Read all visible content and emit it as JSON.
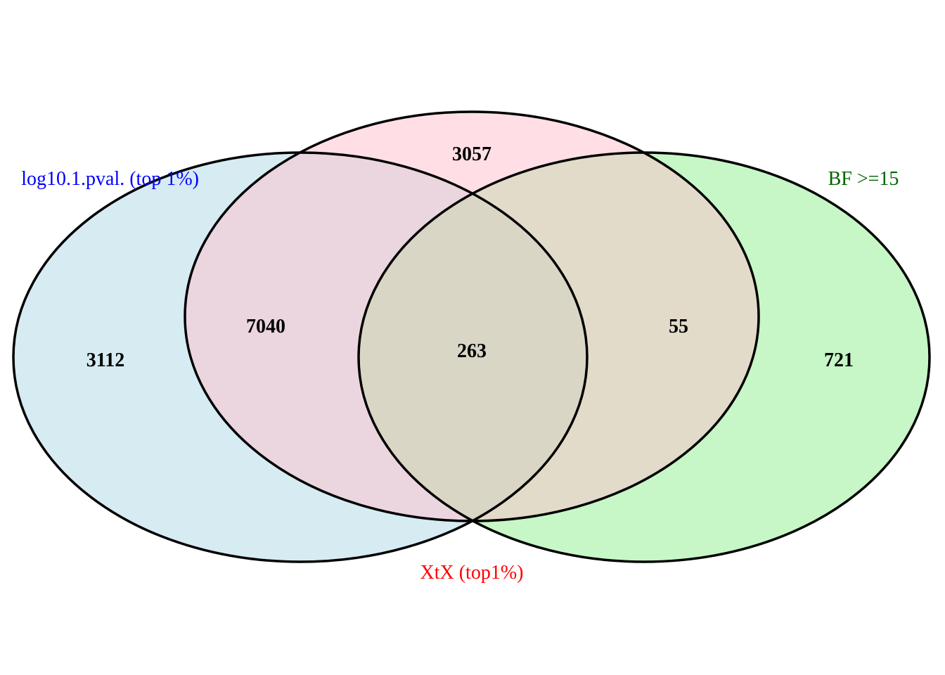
{
  "diagram": {
    "type": "venn-3",
    "sets": [
      {
        "id": "left",
        "label": "log10.1.pval. (top 1%)",
        "label_color": "#0000ff",
        "fill": "#add8e6"
      },
      {
        "id": "top",
        "label": "XtX (top1%)",
        "label_color": "#ff0000",
        "fill": "#ffc0cb"
      },
      {
        "id": "right",
        "label": "BF >=15",
        "label_color": "#006400",
        "fill": "#90ee90"
      }
    ],
    "outline_color": "#000000",
    "regions": {
      "left_only": "3112",
      "top_only": "3057",
      "right_only": "721",
      "left_top": "7040",
      "top_right": "55",
      "left_top_right": "263"
    }
  }
}
